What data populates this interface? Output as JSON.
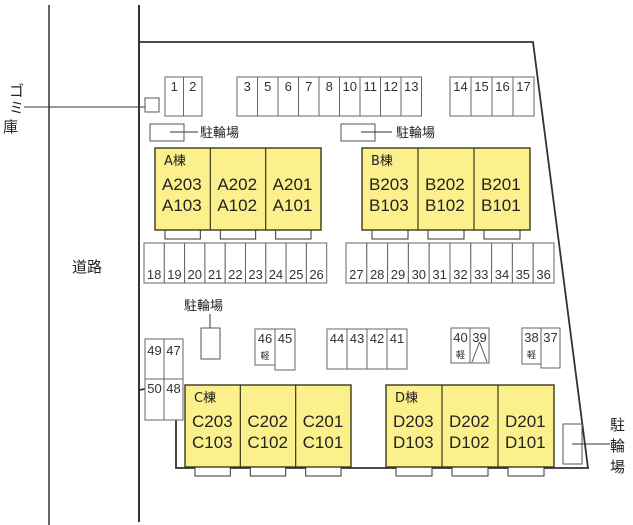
{
  "labels": {
    "road": "道路",
    "garbage": "ゴミ庫",
    "bike_parking": "駐輪場",
    "kei": "軽"
  },
  "parking_rows": {
    "top_left": [
      "1",
      "2"
    ],
    "top_middle": [
      "3",
      "5",
      "6",
      "7",
      "8",
      "10",
      "11",
      "12",
      "13"
    ],
    "top_right": [
      "14",
      "15",
      "16",
      "17"
    ],
    "middle_left": [
      "18",
      "19",
      "20",
      "21",
      "22",
      "23",
      "24",
      "25",
      "26"
    ],
    "middle_right": [
      "27",
      "28",
      "29",
      "30",
      "31",
      "32",
      "33",
      "34",
      "35",
      "36"
    ],
    "lower_left_upper": [
      "49",
      "47"
    ],
    "lower_left_lower": [
      "50",
      "48"
    ],
    "pair_46_45": [
      "46",
      "45"
    ],
    "row_44_41": [
      "44",
      "43",
      "42",
      "41"
    ],
    "pair_40_39": [
      "40",
      "39"
    ],
    "pair_38_37": [
      "38",
      "37"
    ]
  },
  "kei_stalls": [
    "46",
    "40",
    "38"
  ],
  "unavailable_stalls": [
    "39"
  ],
  "buildings": [
    {
      "name": "A棟",
      "units": [
        [
          "A203",
          "A103"
        ],
        [
          "A202",
          "A102"
        ],
        [
          "A201",
          "A101"
        ]
      ]
    },
    {
      "name": "B棟",
      "units": [
        [
          "B203",
          "B103"
        ],
        [
          "B202",
          "B102"
        ],
        [
          "B201",
          "B101"
        ]
      ]
    },
    {
      "name": "C棟",
      "units": [
        [
          "C203",
          "C103"
        ],
        [
          "C202",
          "C102"
        ],
        [
          "C201",
          "C101"
        ]
      ]
    },
    {
      "name": "D棟",
      "units": [
        [
          "D203",
          "D103"
        ],
        [
          "D202",
          "D102"
        ],
        [
          "D201",
          "D101"
        ]
      ]
    }
  ],
  "colors": {
    "building_fill": "#fbf08c",
    "line": "#333333"
  }
}
